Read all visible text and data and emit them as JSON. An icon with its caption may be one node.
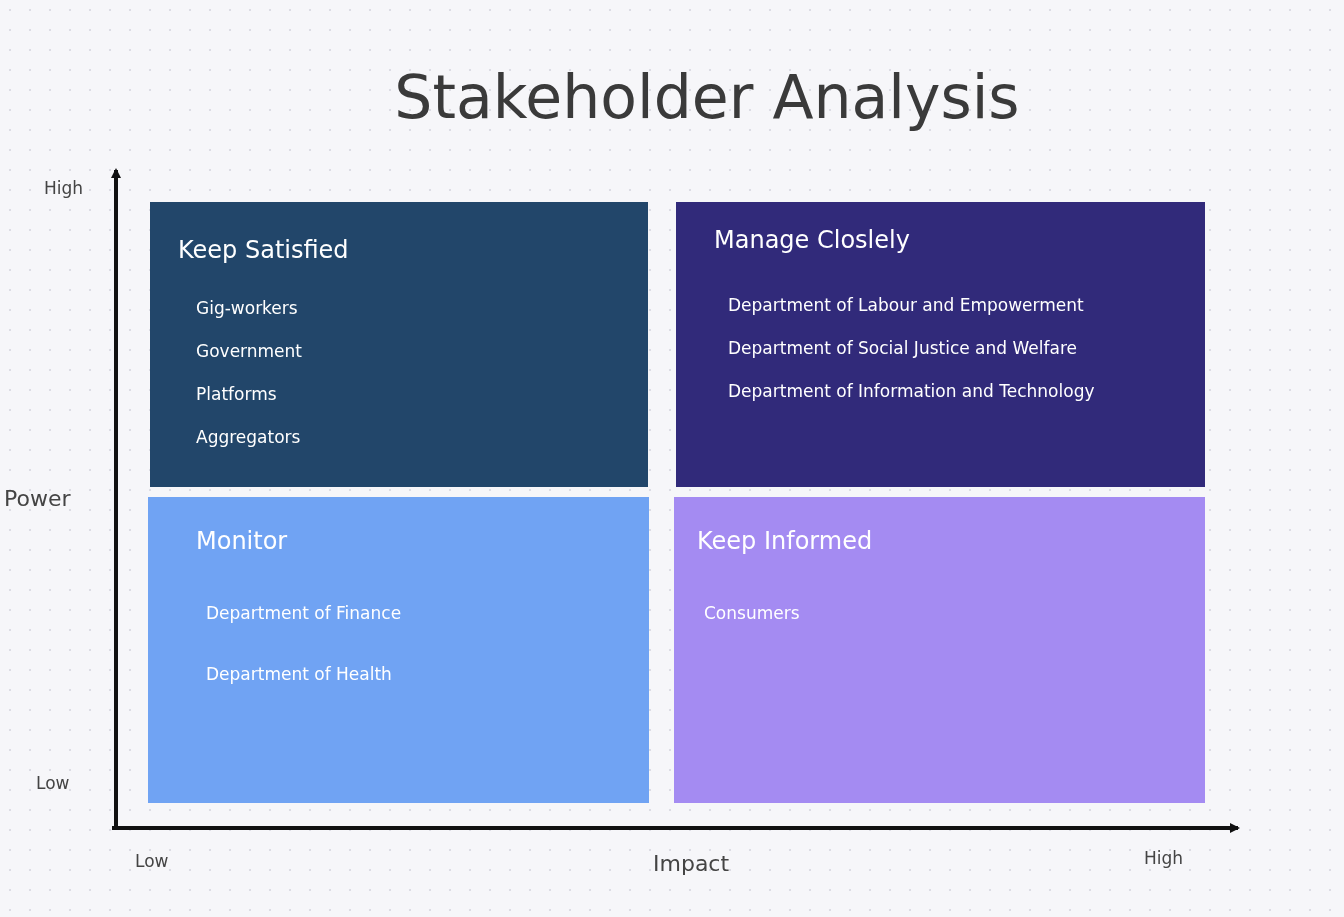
{
  "diagram": {
    "title": "Stakeholder Analysis",
    "nodes": [
      {
        "text": [
          "Keep Satisfied",
          "Gig-workers",
          "Government",
          "Platforms",
          "Aggregators"
        ]
      },
      {
        "text": [
          "Manage Closlely",
          "Department of Labour and Empowerment",
          "Department of Social Justice and Welfare",
          "Department of Information and Technology"
        ]
      },
      {
        "text": [
          "Monitor",
          "Department of Finance",
          "Department of Health"
        ]
      },
      {
        "text": [
          "Keep Informed",
          "Consumers"
        ]
      }
    ],
    "labels": [
      "High",
      "Power",
      "Low",
      "Low",
      "Impact",
      "High"
    ]
  }
}
